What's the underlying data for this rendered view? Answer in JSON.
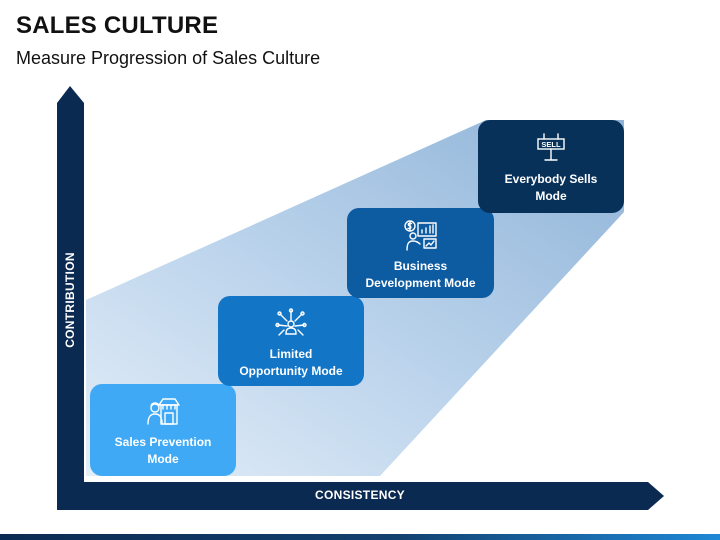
{
  "header": {
    "title": "SALES CULTURE",
    "subtitle": "Measure Progression of Sales Culture"
  },
  "axes": {
    "x_label": "CONSISTENCY",
    "y_label": "CONTRIBUTION"
  },
  "steps": [
    {
      "label": "Sales Prevention\nMode",
      "icon": "store-person-icon",
      "color": "#3fa9f5"
    },
    {
      "label": "Limited\nOpportunity Mode",
      "icon": "network-person-icon",
      "color": "#1275c6"
    },
    {
      "label": "Business\nDevelopment Mode",
      "icon": "presentation-icon",
      "color": "#0d5ba1"
    },
    {
      "label": "Everybody Sells\nMode",
      "icon": "sell-sign-icon",
      "sign_text": "SELL",
      "color": "#08315a"
    }
  ],
  "colors": {
    "axis": "#0b2a52",
    "wedge": "#a9c9e6",
    "footer_start": "#0b2a52",
    "footer_end": "#1e88d6"
  }
}
